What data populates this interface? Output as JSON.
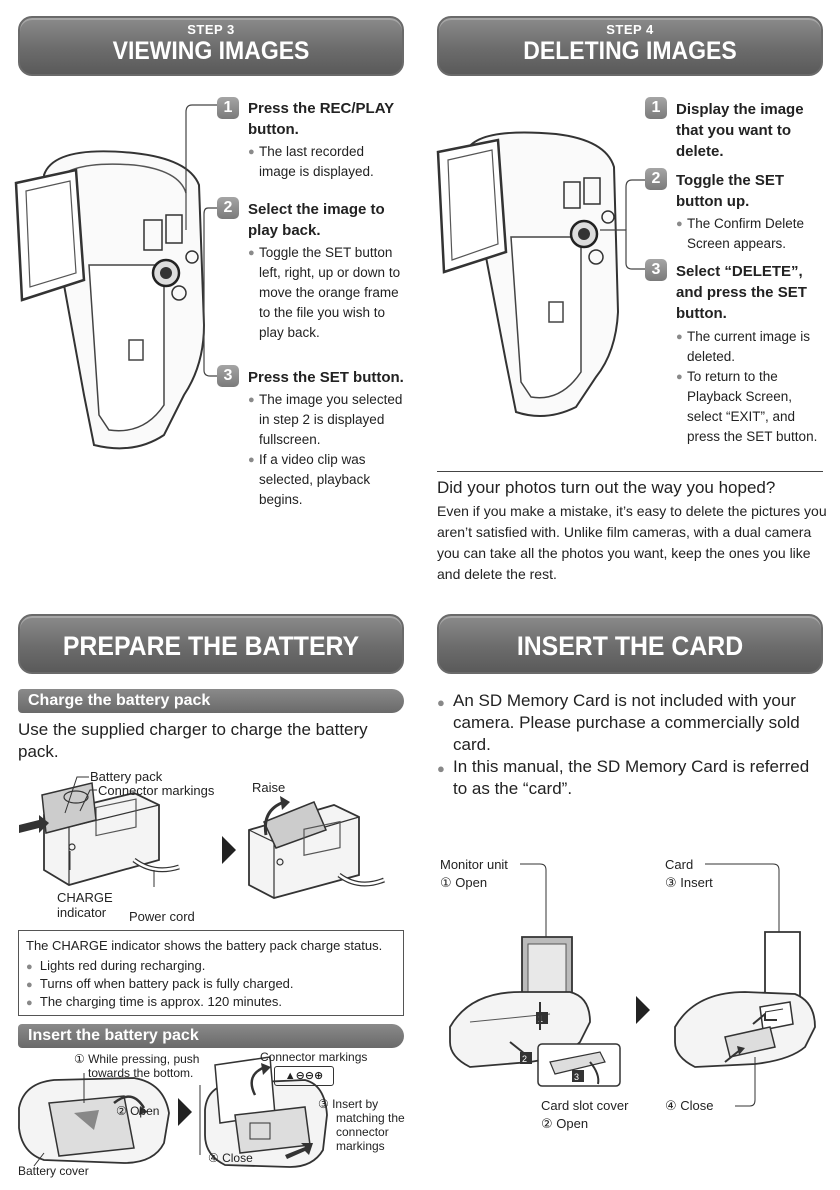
{
  "step3": {
    "step": "STEP 3",
    "title": "VIEWING IMAGES",
    "items": [
      {
        "num": "1",
        "text": "Press the REC/PLAY button.",
        "bullets": [
          "The last recorded image is displayed."
        ]
      },
      {
        "num": "2",
        "text": "Select the image to play back.",
        "bullets": [
          "Toggle the SET button left, right, up or down to move the orange frame to the file you wish to play back."
        ]
      },
      {
        "num": "3",
        "text": "Press the SET button.",
        "bullets": [
          "The image you selected in step 2 is displayed fullscreen.",
          "If a video clip was selected, playback begins."
        ]
      }
    ]
  },
  "step4": {
    "step": "STEP 4",
    "title": "DELETING IMAGES",
    "items": [
      {
        "num": "1",
        "text": "Display the image that you want to delete."
      },
      {
        "num": "2",
        "text": "Toggle the SET button up.",
        "bullets": [
          "The Confirm Delete Screen appears."
        ]
      },
      {
        "num": "3",
        "text": "Select “DELETE”, and press the SET button.",
        "bullets": [
          "The current image is deleted.",
          "To return to the Playback Screen, select “EXIT”, and press the SET button."
        ]
      }
    ],
    "note_heading": "Did your photos turn out the way you hoped?",
    "note_body": "Even if you make a mistake, it’s easy to delete the pictures you aren’t satisfied with. Unlike film cameras, with a dual camera you can take all the photos you want, keep the ones you like and delete the rest."
  },
  "battery": {
    "title": "PREPARE THE BATTERY PACK",
    "charge_heading": "Charge the battery pack",
    "charge_text": "Use the supplied charger to charge the battery pack.",
    "labels": {
      "battery_pack": "Battery pack",
      "connector_markings": "Connector markings",
      "raise": "Raise",
      "charge_indicator_1": "CHARGE",
      "charge_indicator_2": "indicator",
      "power_cord": "Power cord"
    },
    "status_intro": "The CHARGE indicator shows the battery pack charge status.",
    "status_bullets": [
      "Lights red during recharging.",
      "Turns off when battery pack is fully charged.",
      "The charging time is approx. 120 minutes."
    ],
    "insert_heading": "Insert the battery pack",
    "insert_labels": {
      "press_1": "① While pressing, push",
      "press_2": "towards the bottom.",
      "open": "② Open",
      "battery_cover": "Battery cover",
      "connector_markings": "Connector markings",
      "insert_1": "③ Insert by",
      "insert_2": "matching the",
      "insert_3": "connector",
      "insert_4": "markings",
      "close": "④ Close"
    }
  },
  "card": {
    "title": "INSERT THE CARD",
    "bullets": [
      "An SD Memory Card is not included with your camera. Please purchase a commercially sold card.",
      "In this manual, the SD Memory Card is referred to as the “card”."
    ],
    "labels": {
      "monitor_unit": "Monitor unit",
      "open1": "① Open",
      "card": "Card",
      "insert": "③ Insert",
      "card_slot_cover": "Card slot cover",
      "open2": "② Open",
      "close": "④ Close"
    }
  }
}
